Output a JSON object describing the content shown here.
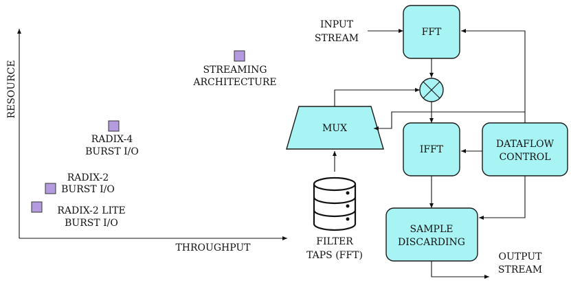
{
  "chart": {
    "xlabel": "THROUGHPUT",
    "ylabel": "RESOURCE",
    "points": [
      {
        "lines": [
          "STREAMING",
          "ARCHITECTURE"
        ]
      },
      {
        "lines": [
          "RADIX-4",
          "BURST I/O"
        ]
      },
      {
        "lines": [
          "RADIX-2",
          "BURST I/O"
        ]
      },
      {
        "lines": [
          "RADIX-2 LITE",
          "BURST I/O"
        ]
      }
    ]
  },
  "diagram": {
    "input_stream": [
      "INPUT",
      "STREAM"
    ],
    "fft": "FFT",
    "mux": "MUX",
    "ifft": "IFFT",
    "dataflow_control": [
      "DATAFLOW",
      "CONTROL"
    ],
    "filter_taps": [
      "FILTER",
      "TAPS (FFT)"
    ],
    "sample_discarding": [
      "SAMPLE",
      "DISCARDING"
    ],
    "output_stream": [
      "OUTPUT",
      "STREAM"
    ]
  },
  "colors": {
    "block_fill": "#a8f4f4",
    "point_fill": "#b49be0"
  }
}
